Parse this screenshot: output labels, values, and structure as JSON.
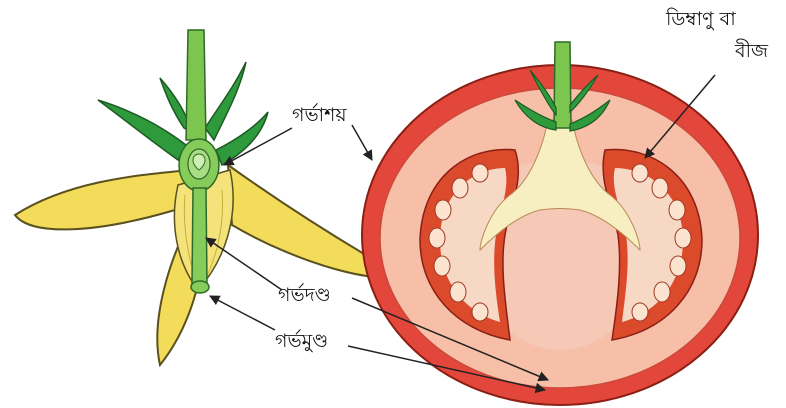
{
  "labels": {
    "ovary": "গর্ভাশয়",
    "style": "গর্ভদণ্ড",
    "stigma": "গর্ভমুণ্ড",
    "ovule_line1": "ডিম্বাণু বা",
    "ovule_line2": "বীজ"
  },
  "colors": {
    "petal": "#f2dc5a",
    "petal_edge": "#5a5020",
    "sepal": "#2e9a3c",
    "pistil": "#7cc54f",
    "tomato_skin": "#e3473b",
    "tomato_flesh": "#f7bfa8",
    "locule": "#dc4a2c",
    "core": "#f7eec2",
    "seed": "#fbe3cf",
    "leader": "#222222"
  }
}
